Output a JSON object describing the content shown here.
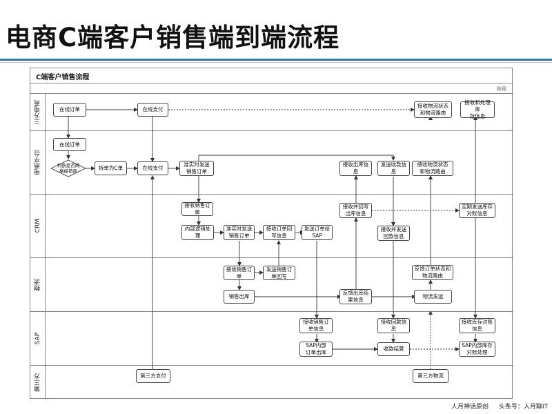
{
  "page_title": "电商C端客户销售端到端流程",
  "diagram": {
    "title": "C端客户销售流程",
    "phase": "阶段"
  },
  "lanes": [
    "三方电商",
    "电商平台",
    "CRM",
    "物流",
    "SAP",
    "第三方"
  ],
  "nodes": {
    "online_order_3p": "在线订单",
    "online_pay_3p": "在线支付",
    "recv_logistics_3p": "接收物流状态\n和物流路由",
    "recv_stock_3p": "接收和处理库\n存信息",
    "online_order_pf": "在线订单",
    "decision": "判断是否网\n格经销商",
    "split_c": "拆单为C单",
    "online_pay_pf": "在线支付",
    "rt_send_order": "准实时发送\n销售订单",
    "recv_outbound_pf": "接收出库信\n息",
    "send_payment_pf": "发送收款信\n息",
    "recv_logistics_pf": "接收物流状态\n和物流路由",
    "recv_sales_order_crm": "接收销售订\n单",
    "recv_writeback_crm": "接收并回写\n出库信息",
    "periodic_stock_crm": "定期发送库存\n对账信息",
    "internal_logic_crm": "内部逻辑处\n理",
    "rt_send_crm": "准实时发送\n销售订单",
    "recv_order_writeback": "接收订单回\n写信息",
    "send_order_sap": "发送订单给\nSAP",
    "recv_send_payment_crm": "接收并发送\n回款信息",
    "recv_sales_order_lg": "接收销售订\n单",
    "send_order_writeback_lg": "发送销售订\n单回写",
    "feedback_logistics_lg": "反馈订单状态和\n物流路由",
    "sales_outbound_lg": "销售出库",
    "feedback_outbound_lg": "反馈出库结\n果信息",
    "logistics_ship_lg": "物流发运",
    "recv_sales_order_sap": "接收销售订\n单信息",
    "recv_payment_sap": "接收回款信\n息",
    "recv_stock_sap": "接收库存对账\n信息",
    "sap_internal_outbound": "SAP内部\n订单出库",
    "payment_settle": "收款结算",
    "sap_internal_stock": "SAP内部库存\n对账处理",
    "third_party_pay": "第三方支付",
    "third_party_logistics": "第三方物流"
  },
  "footer": {
    "left": "人月神话原创",
    "right": "头条号：人月聊IT"
  }
}
